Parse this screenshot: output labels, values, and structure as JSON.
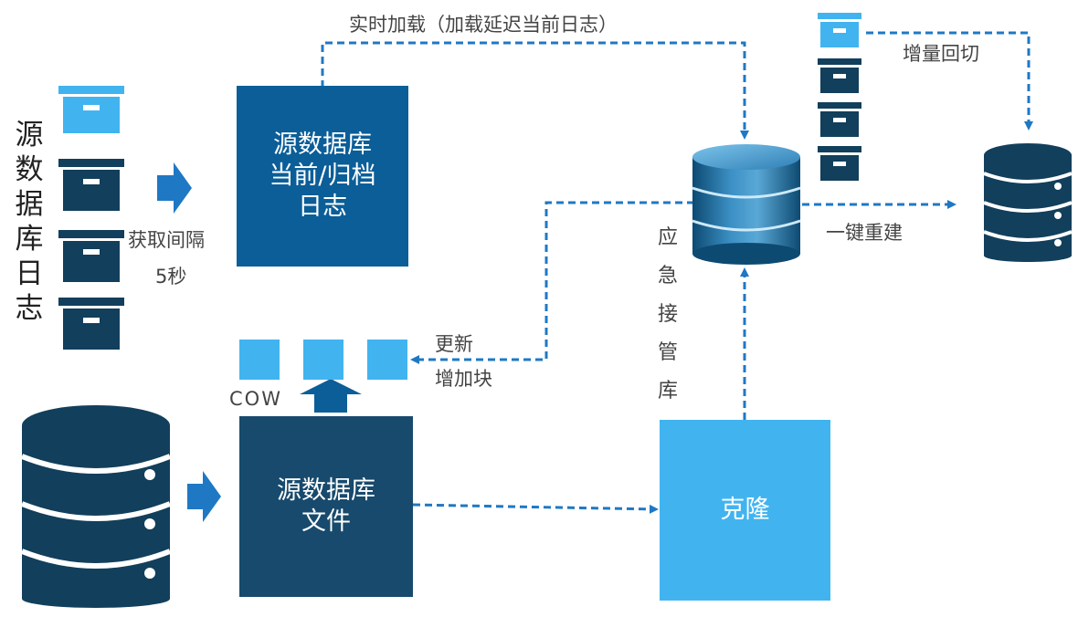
{
  "colors": {
    "dark_navy": "#123f5c",
    "mid_blue": "#0b5e98",
    "file_box": "#174a6d",
    "light_blue": "#41b4f0",
    "arrow_blue": "#1f78c4",
    "text": "#444444"
  },
  "nodes": {
    "source_db_log": "源数据库日志",
    "current_archive_log": "源数据库\n当前/归档\n日志",
    "source_db_files": "源数据库\n文件",
    "clone": "克隆"
  },
  "labels": {
    "realtime_load": "实时加载（加载延迟当前日志）",
    "fetch_interval": "获取间隔",
    "fetch_seconds": "5秒",
    "update": "更新",
    "add_block": "增加块",
    "cow": "COW",
    "emergency_takeover": "应急接管库",
    "incremental_switchback": "增量回切",
    "one_click_rebuild": "一键重建"
  },
  "icons": {
    "log_stack_left": "archive-box-stack-icon",
    "log_stack_right": "archive-box-stack-icon",
    "source_server": "database-server-icon",
    "takeover_db": "database-cylinder-icon",
    "rebuild_db": "database-server-icon"
  }
}
